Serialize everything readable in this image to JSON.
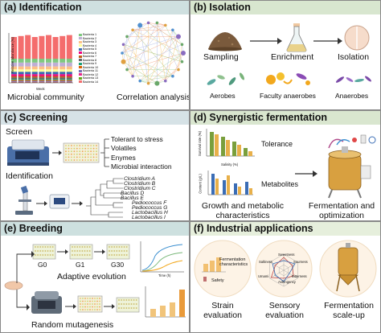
{
  "panels": {
    "a": {
      "title": "(a) Identification",
      "microbial_caption": "Microbial community",
      "correlation_caption": "Correlation analysis",
      "bar_ylabel": "Relative abundance (%)",
      "bar_xlabel": "Week",
      "legend": [
        "Bacteria 1",
        "Bacteria 2",
        "Bacteria 3",
        "Bacteria 4",
        "Bacteria 5",
        "Bacteria 6",
        "Bacteria 7",
        "Bacteria 8",
        "Bacteria 9",
        "Bacteria 10",
        "Bacteria 11",
        "Bacteria 12",
        "Bacteria 13",
        "Bacteria 14"
      ],
      "legend_colors": [
        "#7fc97f",
        "#beaed4",
        "#fdc086",
        "#ffff99",
        "#386cb0",
        "#f0027f",
        "#bf5b17",
        "#666666",
        "#1b9e77",
        "#d95f02",
        "#7570b3",
        "#e7298a",
        "#66a61e",
        "#f46d6d"
      ]
    },
    "b": {
      "title": "(b) Isolation",
      "sampling": "Sampling",
      "enrichment": "Enrichment",
      "isolation": "Isolation",
      "aerobes": "Aerobes",
      "faculty": "Faculty anaerobes",
      "anaerobes": "Anaerobes"
    },
    "c": {
      "title": "(c) Screening",
      "screen": "Screen",
      "identification": "Identification",
      "screen_items": [
        "Tolerant to stress",
        "Volatiles",
        "Enymes",
        "Microbial interaction"
      ],
      "strains": [
        "Clostridium A",
        "Clostridium B",
        "Clostridium C",
        "Bacillus D",
        "Bacillus E",
        "Pediococcus F",
        "Pediococcus G",
        "Lactobacillus H",
        "Lactobacillus I"
      ]
    },
    "d": {
      "title": "(d) Synergistic fermentation",
      "tolerance": "Tolerance",
      "metabolites": "Metabolites",
      "growth_caption": "Growth and metabolic characteristics",
      "fermentation_caption": "Fermentation and optimization",
      "tol_ylabel": "Survival rate (%)",
      "tol_xlabel": "Salinity (%)",
      "tol_xticks": [
        "0",
        "10",
        "15",
        "6%"
      ],
      "met_ylabel": "Content (g/L)"
    },
    "e": {
      "title": "(e) Breeding",
      "g0": "G0",
      "g1": "G1",
      "g30": "G30",
      "adaptive": "Adaptive evolution",
      "random": "Random mutagenesis",
      "axis_xlabel": "Time (h)"
    },
    "f": {
      "title": "(f) Industrial applications",
      "fermentation_char": "Fermentation characteristics",
      "safety": "Safety",
      "strain": "Strain evaluation",
      "sensory": "Sensory evaluation",
      "scaleup": "Fermentation scale-up",
      "radar_labels": [
        "Sweetness",
        "Sourness",
        "Bitterness",
        "Astringency",
        "Umami",
        "Saltiness"
      ]
    }
  }
}
